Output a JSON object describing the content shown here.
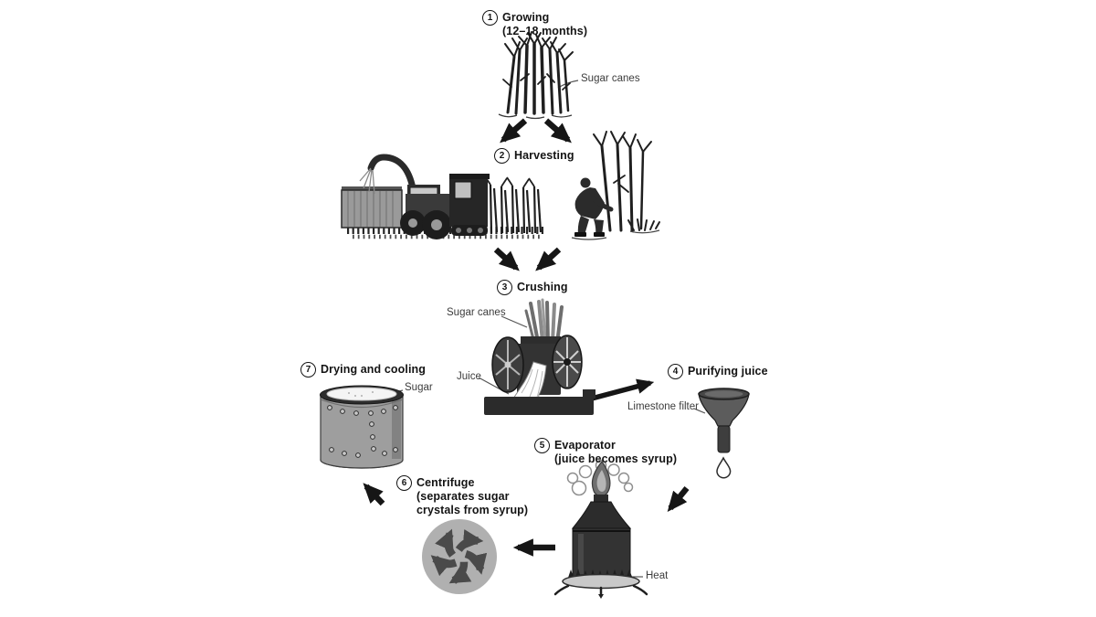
{
  "stages": [
    {
      "number": "1",
      "title": "Growing",
      "subtitle": "(12–18 months)"
    },
    {
      "number": "2",
      "title": "Harvesting"
    },
    {
      "number": "3",
      "title": "Crushing"
    },
    {
      "number": "4",
      "title": "Purifying juice"
    },
    {
      "number": "5",
      "title": "Evaporator",
      "subtitle": "(juice becomes syrup)"
    },
    {
      "number": "6",
      "title": "Centrifuge",
      "subtitle_line1": "(separates sugar",
      "subtitle_line2": "crystals from syrup)"
    },
    {
      "number": "7",
      "title": "Drying and cooling"
    }
  ],
  "labels": {
    "growing_sugar_canes": "Sugar canes",
    "crushing_sugar_canes": "Sugar canes",
    "juice": "Juice",
    "limestone_filter": "Limestone filter",
    "heat": "Heat",
    "sugar": "Sugar"
  },
  "colors": {
    "background": "#ffffff",
    "ink": "#161616",
    "label_text": "#3c3c3c",
    "machine_gray": "#9e9e9e",
    "centrifuge_disc": "#b0b0b0",
    "centrifuge_arrows": "#4a4a4a"
  }
}
